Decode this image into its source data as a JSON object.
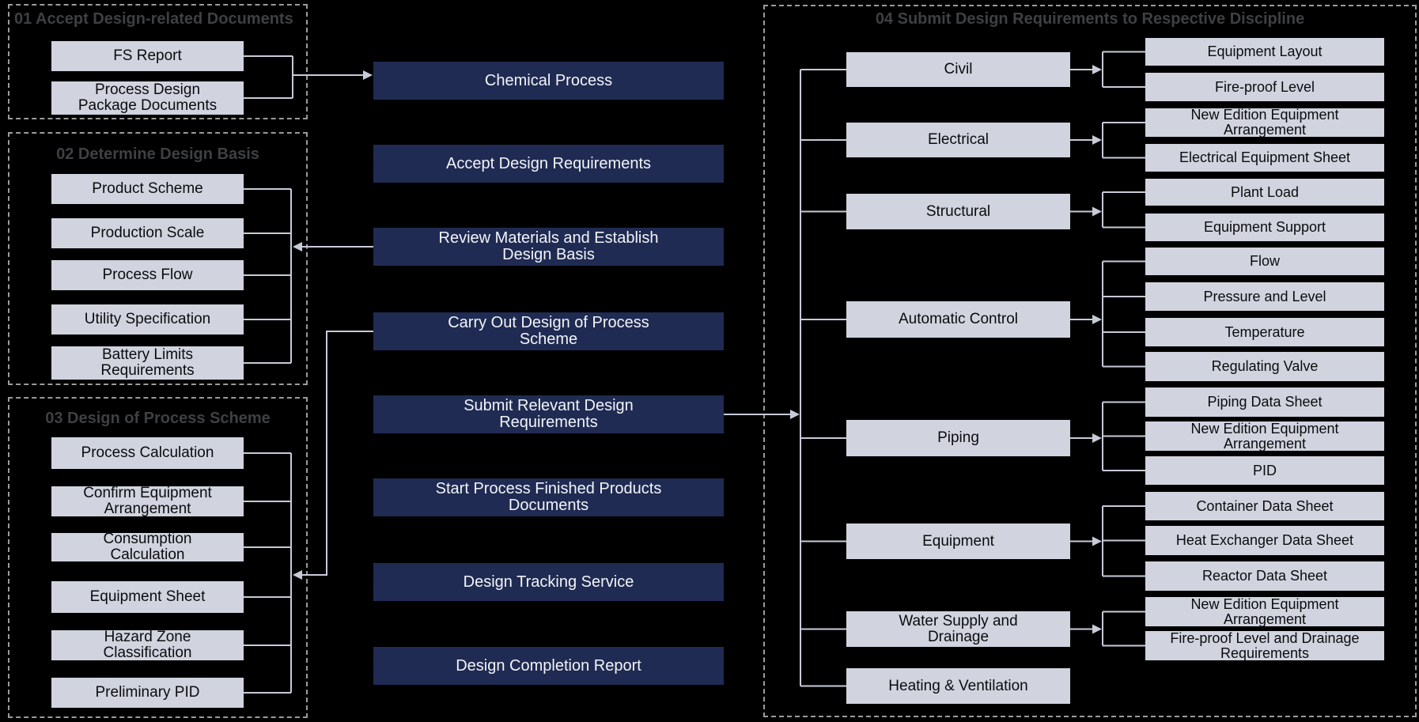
{
  "colors": {
    "background": "#000000",
    "navy_box": "#1F2B52",
    "light_box": "#D1D4DF",
    "connector_line": "#C7CBD8",
    "group_border": "#9B9B9B",
    "group_title_text": "#3E4043",
    "navy_text": "#F3F4F8",
    "light_text": "#0B0C0E"
  },
  "groups": {
    "g1": {
      "title": "01 Accept Design-related Documents",
      "items": [
        "FS Report",
        "Process Design Package Documents"
      ]
    },
    "g2": {
      "title": "02 Determine Design Basis",
      "items": [
        "Product Scheme",
        "Production Scale",
        "Process Flow",
        "Utility Specification",
        "Battery Limits Requirements"
      ]
    },
    "g3": {
      "title": "03 Design of Process Scheme",
      "items": [
        "Process Calculation",
        "Confirm Equipment Arrangement",
        "Consumption Calculation",
        "Equipment Sheet",
        "Hazard Zone Classification",
        "Preliminary PID"
      ]
    },
    "g4": {
      "title": "04 Submit Design Requirements to Respective Discipline",
      "disciplines": [
        {
          "label": "Civil",
          "outputs": [
            "Equipment Layout",
            "Fire-proof Level"
          ]
        },
        {
          "label": "Electrical",
          "outputs": [
            "New Edition Equipment Arrangement",
            "Electrical Equipment Sheet"
          ]
        },
        {
          "label": "Structural",
          "outputs": [
            "Plant Load",
            "Equipment Support"
          ]
        },
        {
          "label": "Automatic Control",
          "outputs": [
            "Flow",
            "Pressure and Level",
            "Temperature",
            "Regulating Valve"
          ]
        },
        {
          "label": "Piping",
          "outputs": [
            "Piping Data Sheet",
            "New Edition Equipment Arrangement",
            "PID"
          ]
        },
        {
          "label": "Equipment",
          "outputs": [
            "Container Data Sheet",
            "Heat Exchanger Data Sheet",
            "Reactor Data Sheet"
          ]
        },
        {
          "label": "Water Supply and Drainage",
          "outputs": [
            "New Edition Equipment Arrangement",
            "Fire-proof Level and Drainage Requirements"
          ]
        },
        {
          "label": "Heating & Ventilation",
          "outputs": []
        }
      ]
    }
  },
  "process_steps": [
    "Chemical Process",
    "Accept Design Requirements",
    "Review Materials and Establish Design Basis",
    "Carry Out Design of Process Scheme",
    "Submit Relevant Design Requirements",
    "Start Process Finished Products Documents",
    "Design Tracking Service",
    "Design Completion Report"
  ]
}
